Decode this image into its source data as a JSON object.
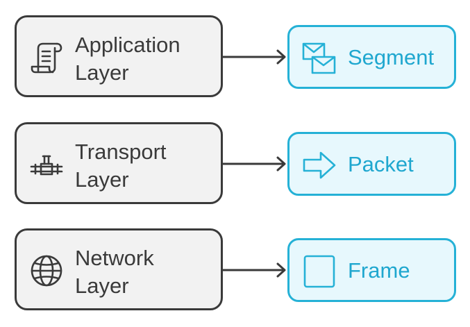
{
  "layers": [
    {
      "label": "Application\nLayer",
      "icon": "scroll-icon"
    },
    {
      "label": "Transport\nLayer",
      "icon": "pipe-junction-icon"
    },
    {
      "label": "Network\nLayer",
      "icon": "globe-icon"
    }
  ],
  "units": [
    {
      "label": "Segment",
      "icon": "envelopes-icon"
    },
    {
      "label": "Packet",
      "icon": "arrow-right-icon"
    },
    {
      "label": "Frame",
      "icon": "square-icon"
    }
  ],
  "colors": {
    "layer_fill": "#f2f2f2",
    "layer_border": "#3a3a3a",
    "unit_fill": "#e7f8fd",
    "unit_border": "#25b1d6",
    "unit_text": "#1fa7cf"
  }
}
